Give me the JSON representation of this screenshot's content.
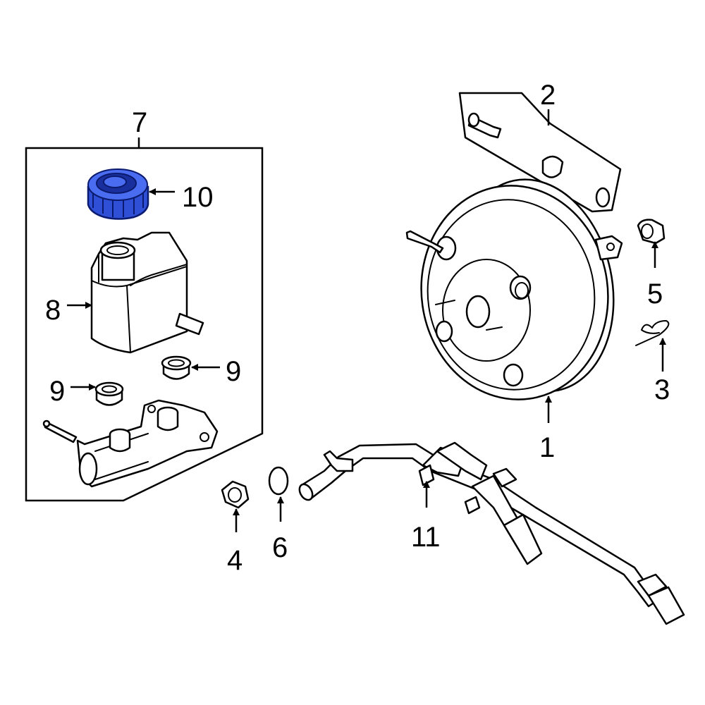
{
  "callouts": {
    "c1": "1",
    "c2": "2",
    "c3": "3",
    "c4": "4",
    "c5": "5",
    "c6": "6",
    "c7": "7",
    "c8": "8",
    "c9a": "9",
    "c9b": "9",
    "c10": "10",
    "c11": "11"
  },
  "colors": {
    "highlight": "#2f4fd6",
    "line": "#000000",
    "background": "#ffffff"
  }
}
